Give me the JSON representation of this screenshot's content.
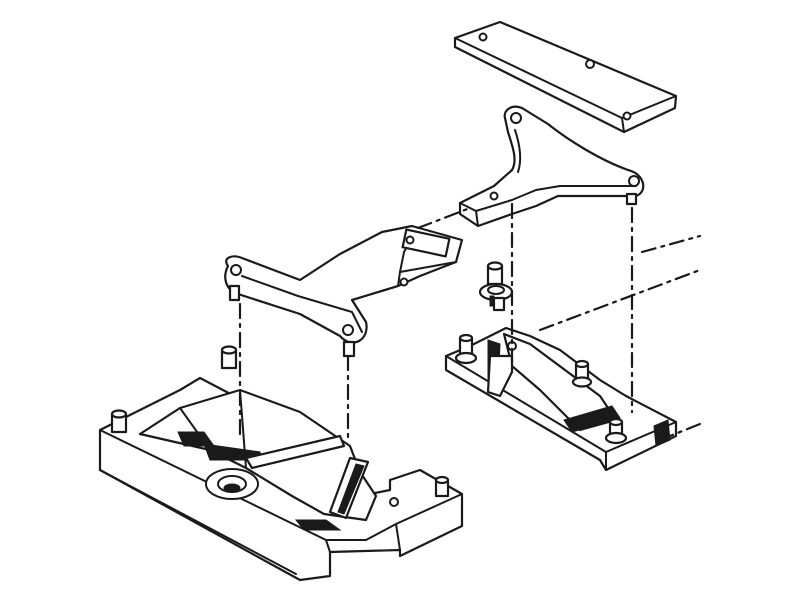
{
  "diagram": {
    "kind": "exploded-assembly-line-drawing",
    "colors": {
      "ink": "#1a1a1a",
      "paper": "#ffffff"
    },
    "parts": [
      "cover-plate",
      "upper-linkage-arm",
      "lower-linkage-arm",
      "coupling-pin",
      "base-casting",
      "right-carriage"
    ]
  }
}
